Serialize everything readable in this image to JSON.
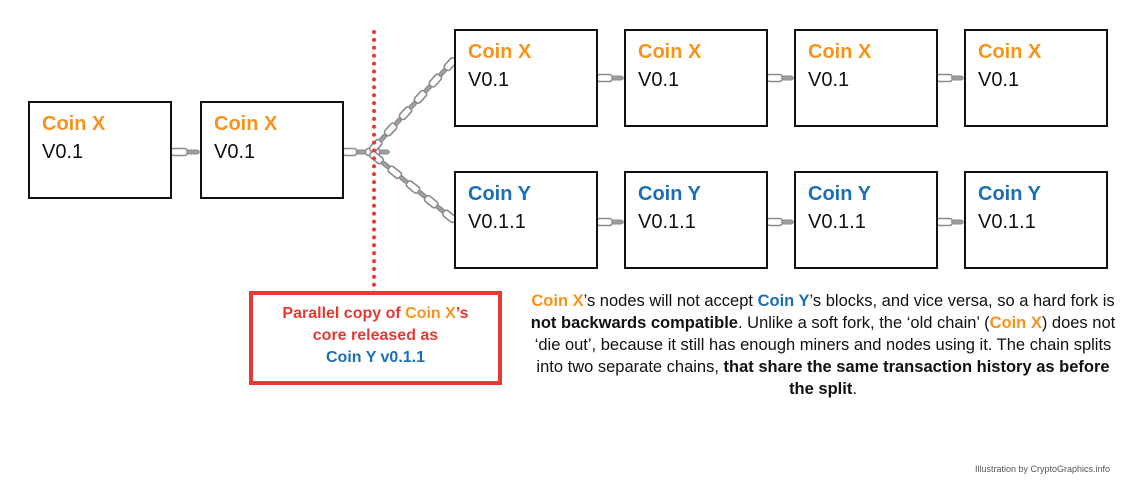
{
  "blocks": {
    "main": [
      {
        "coin": "Coin X",
        "version": "V0.1"
      },
      {
        "coin": "Coin X",
        "version": "V0.1"
      }
    ],
    "fork_x": [
      {
        "coin": "Coin X",
        "version": "V0.1"
      },
      {
        "coin": "Coin X",
        "version": "V0.1"
      },
      {
        "coin": "Coin X",
        "version": "V0.1"
      },
      {
        "coin": "Coin X",
        "version": "V0.1"
      }
    ],
    "fork_y": [
      {
        "coin": "Coin Y",
        "version": "V0.1.1"
      },
      {
        "coin": "Coin Y",
        "version": "V0.1.1"
      },
      {
        "coin": "Coin Y",
        "version": "V0.1.1"
      },
      {
        "coin": "Coin Y",
        "version": "V0.1.1"
      }
    ]
  },
  "callout": {
    "line1_prefix": "Parallel copy of ",
    "line1_coin": "Coin X",
    "line1_suffix": "’s",
    "line2": "core released as",
    "line3": "Coin Y v0.1.1"
  },
  "explanation": {
    "p1_coin_x": "Coin X",
    "p1_a": "’s nodes will not accept ",
    "p1_coin_y": "Coin Y",
    "p1_b": "’s blocks, and vice versa, so a hard fork is ",
    "p1_bold": "not backwards compatible",
    "p1_c": ". Unlike a soft fork, the ‘old chain’ (",
    "p1_coin_x2": "Coin X",
    "p1_d": ") does not ‘die out’, because it still has enough miners and nodes using it. The chain splits into two separate chains, ",
    "p1_bold2": "that share the same transaction history as before the split",
    "p1_e": "."
  },
  "credit": "Illustration by CryptoGraphics.info",
  "colors": {
    "coin_x": "#F7931A",
    "coin_y": "#1B6FB5",
    "fork_marker": "#E53935"
  }
}
